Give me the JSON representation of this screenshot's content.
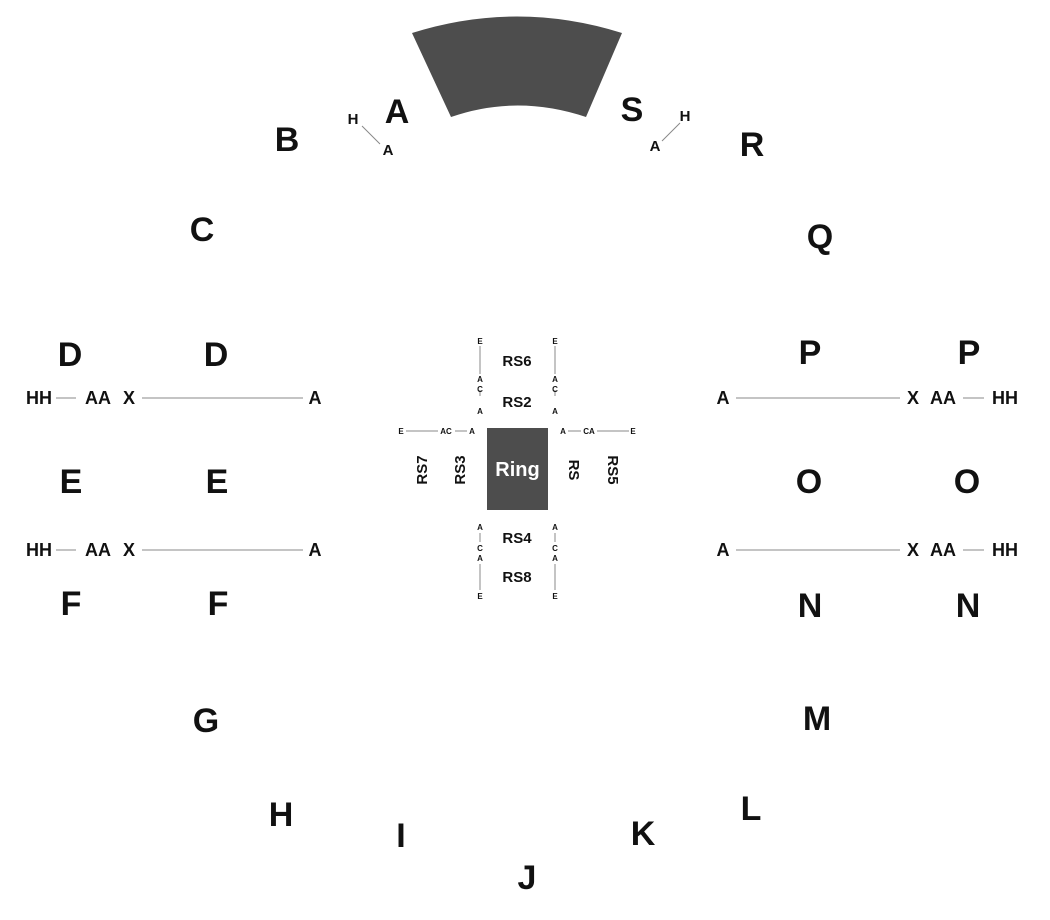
{
  "colors": {
    "block": "#4d4d4d",
    "text": "#111111",
    "line": "#888888"
  },
  "sections": {
    "a": "A",
    "b": "B",
    "c": "C",
    "d": "D",
    "e": "E",
    "f": "F",
    "g": "G",
    "h": "H",
    "i": "I",
    "j": "J",
    "k": "K",
    "l": "L",
    "m": "M",
    "n": "N",
    "o": "O",
    "p": "P",
    "q": "Q",
    "r": "R",
    "s": "S"
  },
  "rows": {
    "hh": "HH",
    "aa": "AA",
    "x": "X",
    "a": "A",
    "h": "H",
    "c": "C",
    "e": "E",
    "ac": "AC",
    "ca": "CA"
  },
  "ring": {
    "label": "Ring",
    "rs": "RS",
    "rs2": "RS2",
    "rs3": "RS3",
    "rs4": "RS4",
    "rs5": "RS5",
    "rs6": "RS6",
    "rs7": "RS7",
    "rs8": "RS8"
  }
}
